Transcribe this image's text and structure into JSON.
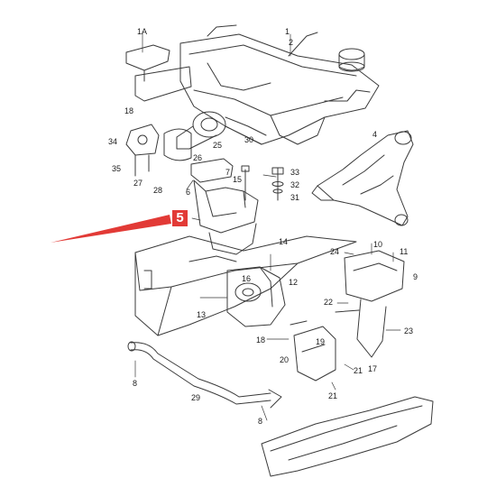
{
  "highlight": {
    "label": "5",
    "color": "#e23a36"
  },
  "labels": {
    "l1a": "1A",
    "l1": "1",
    "l2": "2",
    "l4": "4",
    "l5": "5",
    "l6": "6",
    "l7": "7",
    "l8a": "8",
    "l8b": "8",
    "l9": "9",
    "l10": "10",
    "l11": "11",
    "l12": "12",
    "l13": "13",
    "l14": "14",
    "l15": "15",
    "l16": "16",
    "l17": "17",
    "l18a": "18",
    "l18b": "18",
    "l19": "19",
    "l20": "20",
    "l21a": "21",
    "l21b": "21",
    "l22": "22",
    "l23": "23",
    "l24": "24",
    "l25": "25",
    "l26": "26",
    "l27": "27",
    "l28": "28",
    "l29": "29",
    "l30": "30",
    "l31": "31",
    "l32": "32",
    "l33": "33",
    "l34": "34",
    "l35": "35"
  }
}
